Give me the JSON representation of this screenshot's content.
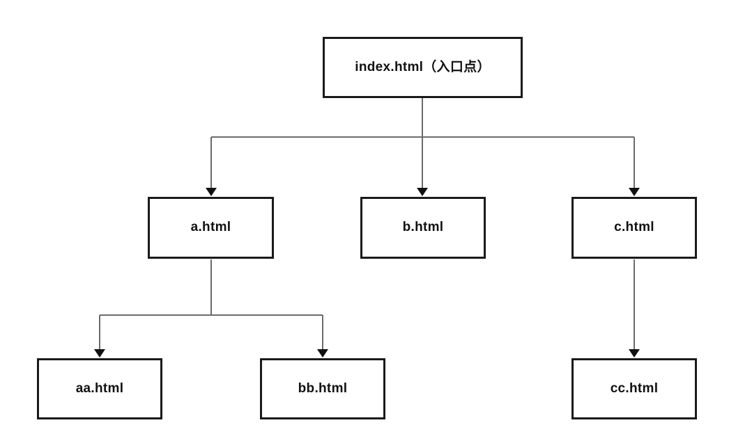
{
  "diagram": {
    "type": "tree",
    "nodes": {
      "index": {
        "label": "index.html（入口点）"
      },
      "a": {
        "label": "a.html"
      },
      "b": {
        "label": "b.html"
      },
      "c": {
        "label": "c.html"
      },
      "aa": {
        "label": "aa.html"
      },
      "bb": {
        "label": "bb.html"
      },
      "cc": {
        "label": "cc.html"
      }
    },
    "edges": [
      {
        "from": "index",
        "to": "a"
      },
      {
        "from": "index",
        "to": "b"
      },
      {
        "from": "index",
        "to": "c"
      },
      {
        "from": "a",
        "to": "aa"
      },
      {
        "from": "a",
        "to": "bb"
      },
      {
        "from": "c",
        "to": "cc"
      }
    ]
  },
  "colors": {
    "background": "#ffffff",
    "node-border": "#1a1a1a",
    "node-fill": "#ffffff",
    "node-text": "#111111",
    "connector": "#6b6b6b",
    "arrowhead": "#111111"
  }
}
